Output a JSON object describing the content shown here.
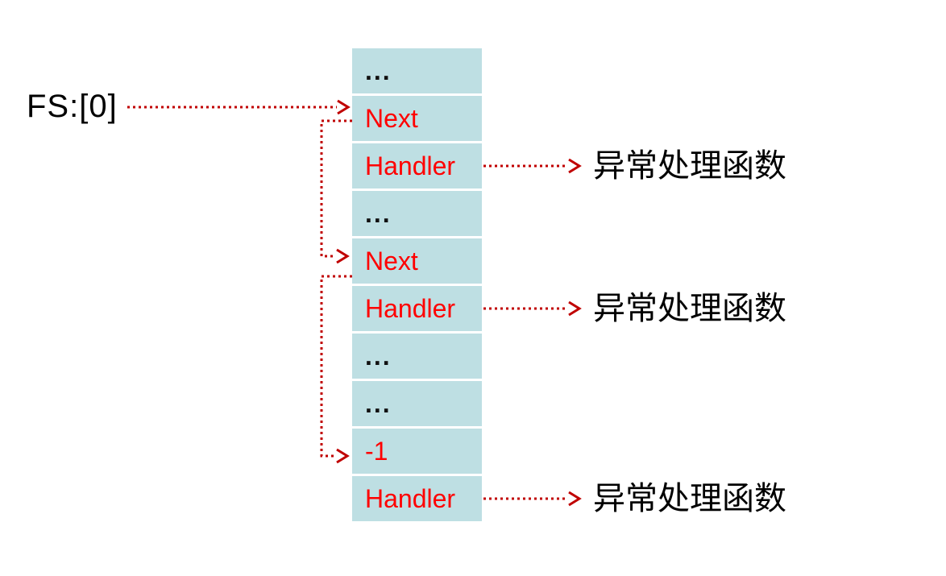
{
  "diagram": {
    "fs_pointer_label": "FS:[0]",
    "cells": [
      {
        "label": "...",
        "type": "filler"
      },
      {
        "label": "Next",
        "type": "field"
      },
      {
        "label": "Handler",
        "type": "field"
      },
      {
        "label": "...",
        "type": "filler"
      },
      {
        "label": "Next",
        "type": "field"
      },
      {
        "label": "Handler",
        "type": "field"
      },
      {
        "label": "...",
        "type": "filler"
      },
      {
        "label": "...",
        "type": "filler"
      },
      {
        "label": "-1",
        "type": "field"
      },
      {
        "label": "Handler",
        "type": "field"
      }
    ],
    "annotations": [
      {
        "label": "异常处理函数"
      },
      {
        "label": "异常处理函数"
      },
      {
        "label": "异常处理函数"
      }
    ],
    "colors": {
      "cell_background": "#BEDFE3",
      "field_text": "#FF0000",
      "filler_text": "#111111",
      "arrow": "#C00000",
      "label_text": "#000000"
    }
  }
}
